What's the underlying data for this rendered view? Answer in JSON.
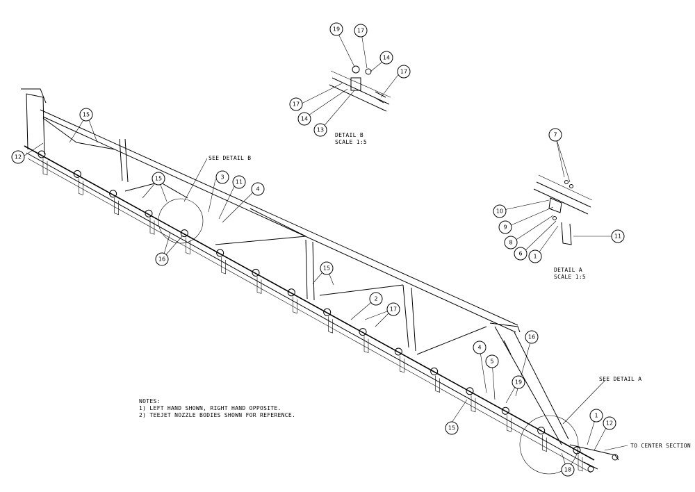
{
  "callouts": {
    "c12a": "12",
    "c15a": "15",
    "c15b": "15",
    "c16a": "16",
    "c3": "3",
    "c11a": "11",
    "c4a": "4",
    "c15c": "15",
    "c2": "2",
    "c17a": "17",
    "c16b": "16",
    "c4b": "4",
    "c5": "5",
    "c19a": "19",
    "c15d": "15",
    "c1a": "1",
    "c12b": "12",
    "c18": "18",
    "dB19": "19",
    "dB17a": "17",
    "dB14a": "14",
    "dB17b": "17",
    "dB17c": "17",
    "dB14b": "14",
    "dB13": "13",
    "dA7": "7",
    "dA10": "10",
    "dA9": "9",
    "dA8": "8",
    "dA6": "6",
    "dA1": "1",
    "dA11": "11"
  },
  "labels": {
    "see_detail_b": "SEE DETAIL  B",
    "see_detail_a": "SEE DETAIL  A",
    "detail_b_title": "DETAIL  B",
    "detail_b_scale": "SCALE  1:5",
    "detail_a_title": "DETAIL  A",
    "detail_a_scale": "SCALE  1:5",
    "to_center": "TO CENTER SECTION",
    "notes_title": "NOTES:",
    "note1": "1)  LEFT HAND SHOWN, RIGHT HAND OPPOSITE.",
    "note2": "2)  TEEJET NOZZLE BODIES SHOWN FOR REFERENCE."
  }
}
